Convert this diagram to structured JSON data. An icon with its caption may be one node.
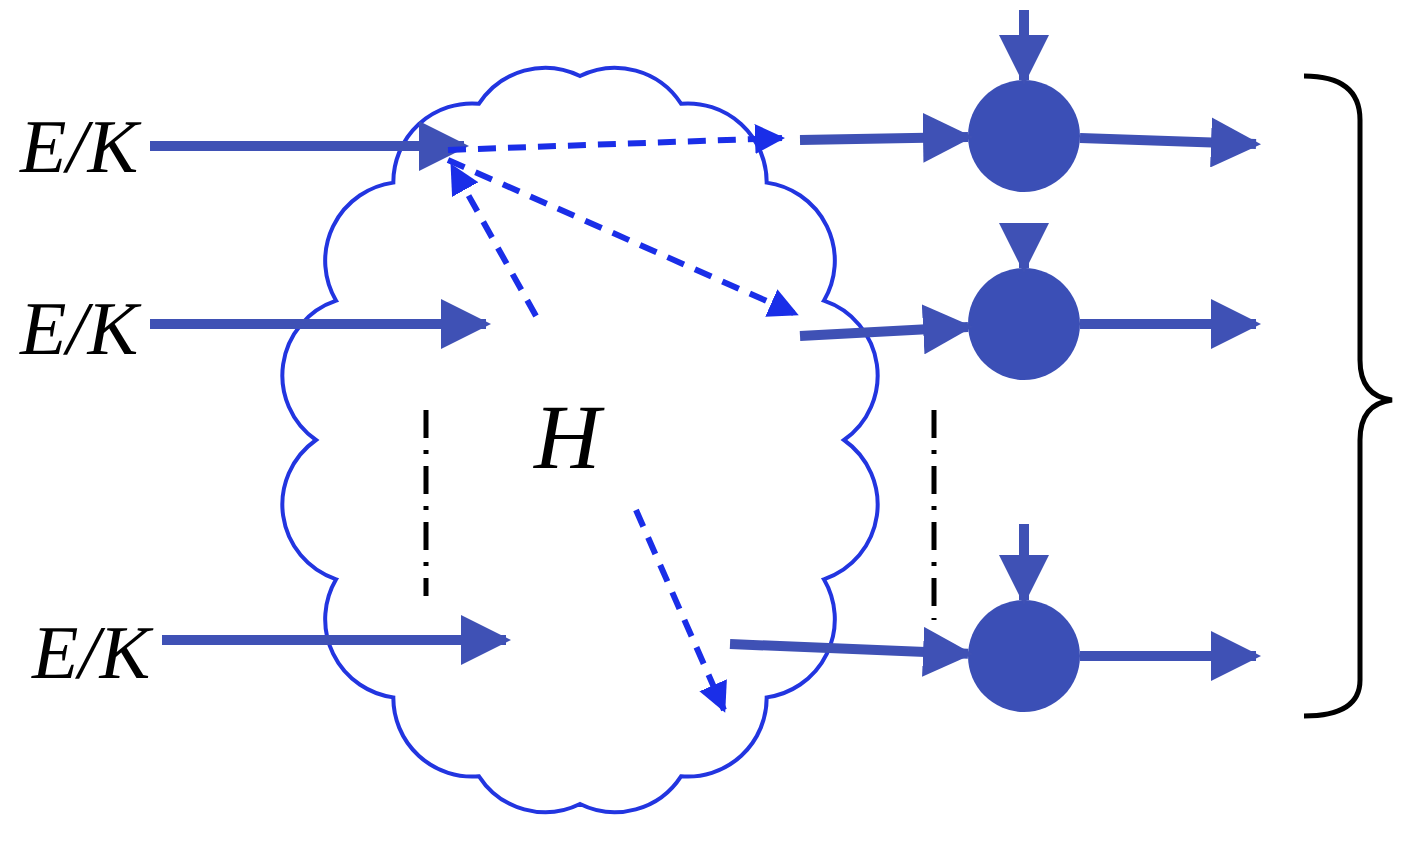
{
  "diagram": {
    "nodes": [
      {
        "text": [
          "E/K"
        ]
      },
      {
        "text": [
          "E/K"
        ]
      },
      {
        "text": [
          "E/K"
        ]
      },
      {
        "text": [
          "H"
        ]
      },
      {
        "text": [],
        "shape": "circle"
      },
      {
        "text": [],
        "shape": "circle"
      },
      {
        "text": [],
        "shape": "circle"
      }
    ],
    "edges": [
      {
        "from": 0,
        "to": 3,
        "arrow": "to"
      },
      {
        "from": 1,
        "to": 3,
        "arrow": "to"
      },
      {
        "from": 2,
        "to": 3,
        "arrow": "to"
      },
      {
        "from": 3,
        "to": 3,
        "arrow": "to",
        "style": "dashed",
        "color": "#1a2ee8"
      },
      {
        "from": 3,
        "to": 3,
        "arrow": "to",
        "style": "dashed",
        "color": "#1a2ee8"
      },
      {
        "from": 3,
        "to": 3,
        "arrow": "to",
        "style": "dashed",
        "color": "#1a2ee8"
      },
      {
        "from": 3,
        "to": 3,
        "arrow": "to",
        "style": "dashed",
        "color": "#1a2ee8"
      },
      {
        "from": 3,
        "to": 4,
        "arrow": "to"
      },
      {
        "from": 3,
        "to": 5,
        "arrow": "to"
      },
      {
        "from": 3,
        "to": 6,
        "arrow": "to"
      },
      {
        "from": null,
        "to": 4,
        "arrow": "to"
      },
      {
        "from": null,
        "to": 5,
        "arrow": "to"
      },
      {
        "from": null,
        "to": 6,
        "arrow": "to"
      },
      {
        "from": 4,
        "to": null,
        "arrow": "to"
      },
      {
        "from": 5,
        "to": null,
        "arrow": "to"
      },
      {
        "from": 6,
        "to": null,
        "arrow": "to"
      }
    ]
  }
}
